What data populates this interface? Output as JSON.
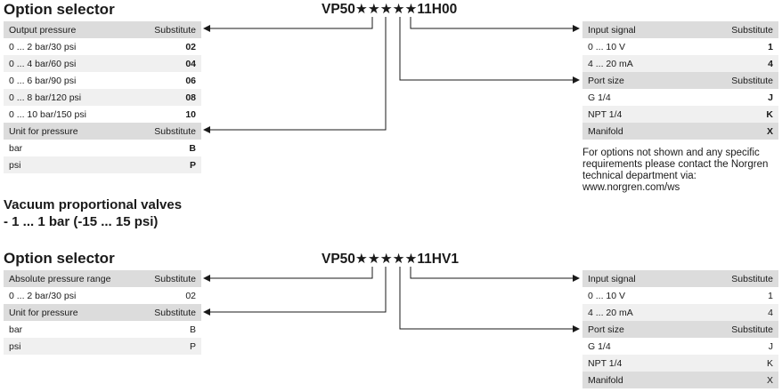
{
  "section1": {
    "heading": "Option selector",
    "code": "VP50★★★★★11H00",
    "left_tables": [
      {
        "header": {
          "label": "Output pressure",
          "sub": "Substitute"
        },
        "rows": [
          {
            "label": "0 ... 2 bar/30 psi",
            "value": "02"
          },
          {
            "label": "0 ... 4 bar/60 psi",
            "value": "04"
          },
          {
            "label": "0 ... 6 bar/90 psi",
            "value": "06"
          },
          {
            "label": "0 ... 8 bar/120 psi",
            "value": "08"
          },
          {
            "label": "0 ... 10 bar/150 psi",
            "value": "10"
          }
        ]
      },
      {
        "header": {
          "label": "Unit for pressure",
          "sub": "Substitute"
        },
        "rows": [
          {
            "label": "bar",
            "value": "B"
          },
          {
            "label": "psi",
            "value": "P"
          }
        ]
      }
    ],
    "right_tables": [
      {
        "header": {
          "label": "Input signal",
          "sub": "Substitute"
        },
        "rows": [
          {
            "label": "0 ... 10 V",
            "value": "1"
          },
          {
            "label": "4 ... 20 mA",
            "value": "4"
          }
        ]
      },
      {
        "header": {
          "label": "Port size",
          "sub": "Substitute"
        },
        "rows": [
          {
            "label": "G 1/4",
            "value": "J"
          },
          {
            "label": "NPT 1/4",
            "value": "K"
          },
          {
            "label": "Manifold",
            "value": "X"
          }
        ]
      }
    ],
    "note": "For options not shown and any specific requirements please contact the Norgren technical department via: www.norgren.com/ws"
  },
  "vacuum_title_line1": "Vacuum proportional valves",
  "vacuum_title_line2": "- 1 ... 1 bar (-15 ... 15 psi)",
  "section2": {
    "heading": "Option selector",
    "code": "VP50★★★★★11HV1",
    "left_tables": [
      {
        "header": {
          "label": "Absolute pressure range",
          "sub": "Substitute"
        },
        "rows": [
          {
            "label": "0 ... 2 bar/30 psi",
            "value": "02"
          }
        ]
      },
      {
        "header": {
          "label": "Unit for pressure",
          "sub": "Substitute"
        },
        "rows": [
          {
            "label": "bar",
            "value": "B"
          },
          {
            "label": "psi",
            "value": "P"
          }
        ]
      }
    ],
    "right_tables": [
      {
        "header": {
          "label": "Input signal",
          "sub": "Substitute"
        },
        "rows": [
          {
            "label": "0 ... 10 V",
            "value": "1"
          },
          {
            "label": "4 ... 20 mA",
            "value": "4"
          }
        ]
      },
      {
        "header": {
          "label": "Port size",
          "sub": "Substitute"
        },
        "rows": [
          {
            "label": "G 1/4",
            "value": "J"
          },
          {
            "label": "NPT 1/4",
            "value": "K"
          },
          {
            "label": "Manifold",
            "value": "X"
          }
        ]
      }
    ]
  }
}
